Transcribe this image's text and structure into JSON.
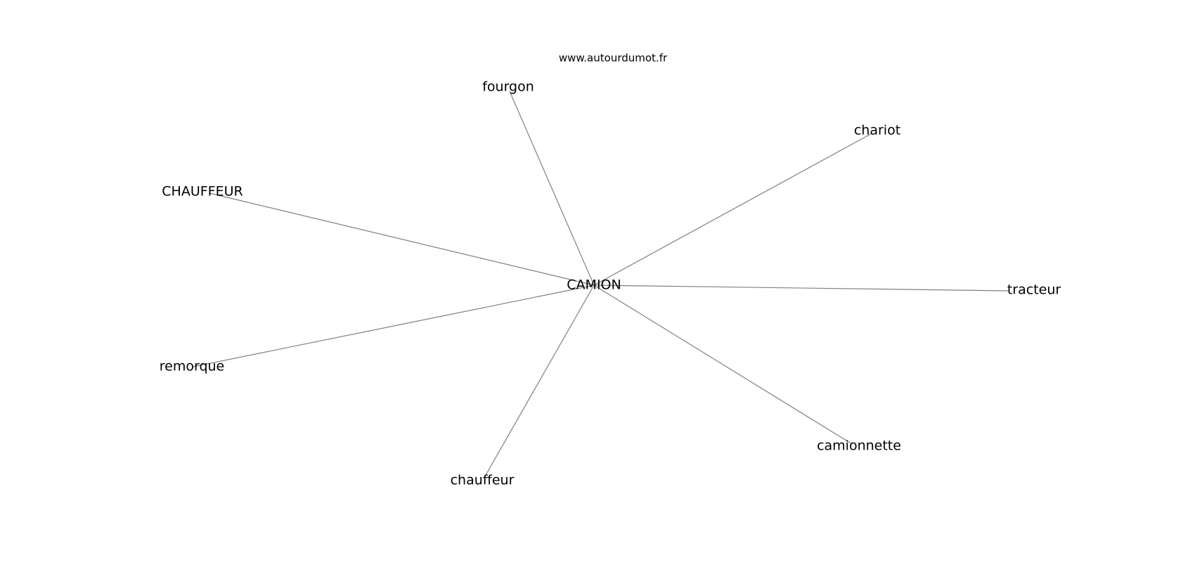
{
  "watermark": "www.autourdumot.fr",
  "center": {
    "id": "camion",
    "label": "CAMION"
  },
  "nodes": [
    {
      "id": "fourgon",
      "label": "fourgon"
    },
    {
      "id": "chariot",
      "label": "chariot"
    },
    {
      "id": "chauffeur-caps",
      "label": "CHAUFFEUR"
    },
    {
      "id": "tracteur",
      "label": "tracteur"
    },
    {
      "id": "remorque",
      "label": "remorque"
    },
    {
      "id": "camionnette",
      "label": "camionnette"
    },
    {
      "id": "chauffeur",
      "label": "chauffeur"
    }
  ],
  "colors": {
    "edge": "#808080",
    "text": "#000000",
    "background": "#ffffff"
  }
}
